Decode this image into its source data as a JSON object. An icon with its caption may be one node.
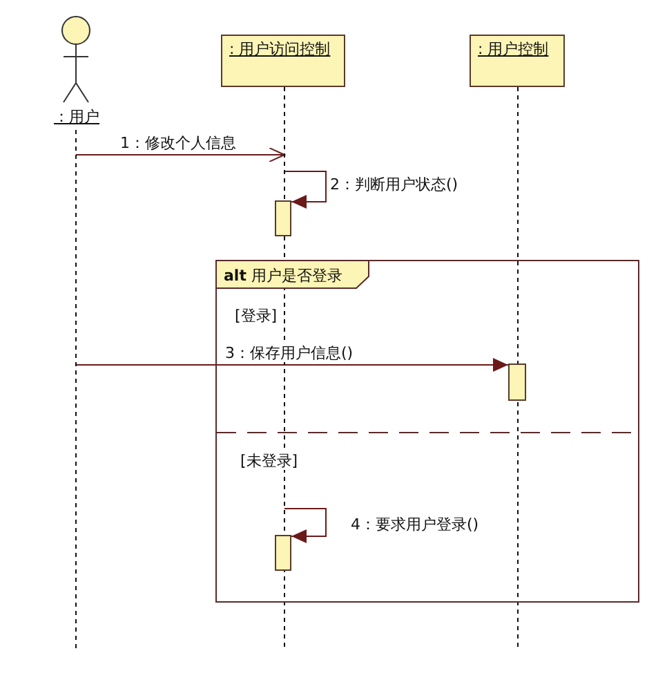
{
  "diagram": {
    "nodes": [
      {
        "text": [
          "：用户"
        ]
      },
      {
        "text": [
          ": 用户访问控制"
        ]
      },
      {
        "text": [
          ": 用户控制"
        ]
      },
      {
        "text": [],
        "shape": "line"
      },
      {
        "text": [],
        "shape": "line"
      },
      {
        "text": [],
        "shape": "line"
      },
      {
        "text": [],
        "shape": "bar"
      },
      {
        "text": [
          "**alt** 用户是否登录",
          "[登录]",
          "[未登录]"
        ]
      },
      {
        "text": [],
        "shape": "bar",
        "in": 7
      },
      {
        "text": [],
        "shape": "bar",
        "in": 7
      }
    ],
    "edges": [
      {
        "from": 3,
        "to": 4,
        "arrow": "to",
        "label": "1：修改个人信息"
      },
      {
        "from": 4,
        "to": 6,
        "arrow": "to",
        "label": "2：判断用户状态()"
      },
      {
        "from": 3,
        "to": 8,
        "arrow": "to",
        "label": "3：保存用户信息()"
      },
      {
        "from": 4,
        "to": 9,
        "arrow": "to",
        "label": "4：要求用户登录()"
      }
    ]
  }
}
